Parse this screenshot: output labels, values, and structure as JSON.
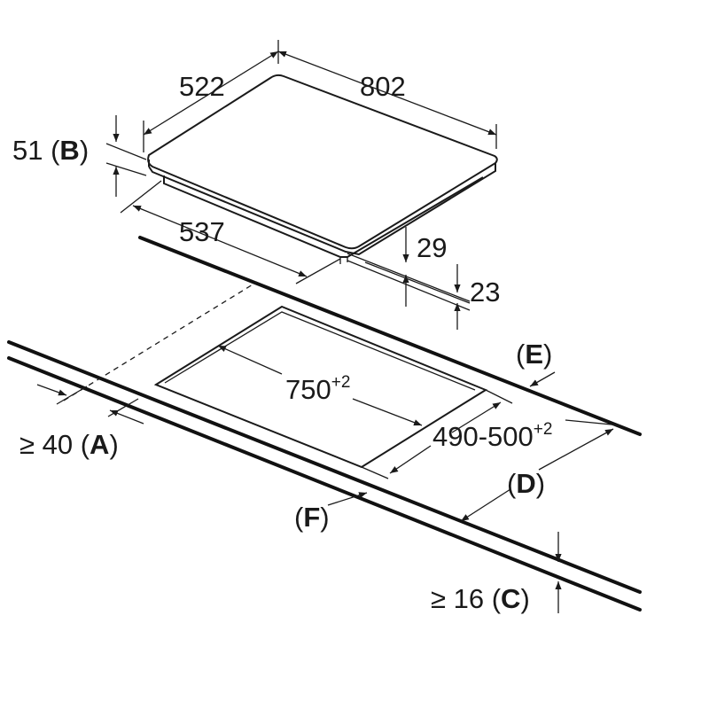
{
  "diagram": {
    "hob_depth": "522",
    "hob_width": "802",
    "height_b_value": "51",
    "height_b_letter": "B",
    "body_depth": "537",
    "body_height": "29",
    "body_offset": "23",
    "cutout_width": "750",
    "cutout_width_tol": "+2",
    "cutout_depth": "490-500",
    "cutout_depth_tol": "+2",
    "min_front_prefix": "≥ 40",
    "min_front_letter": "A",
    "min_thickness_prefix": "≥ 16",
    "min_thickness_letter": "C",
    "label_d": "D",
    "label_e": "E",
    "label_f": "F"
  }
}
